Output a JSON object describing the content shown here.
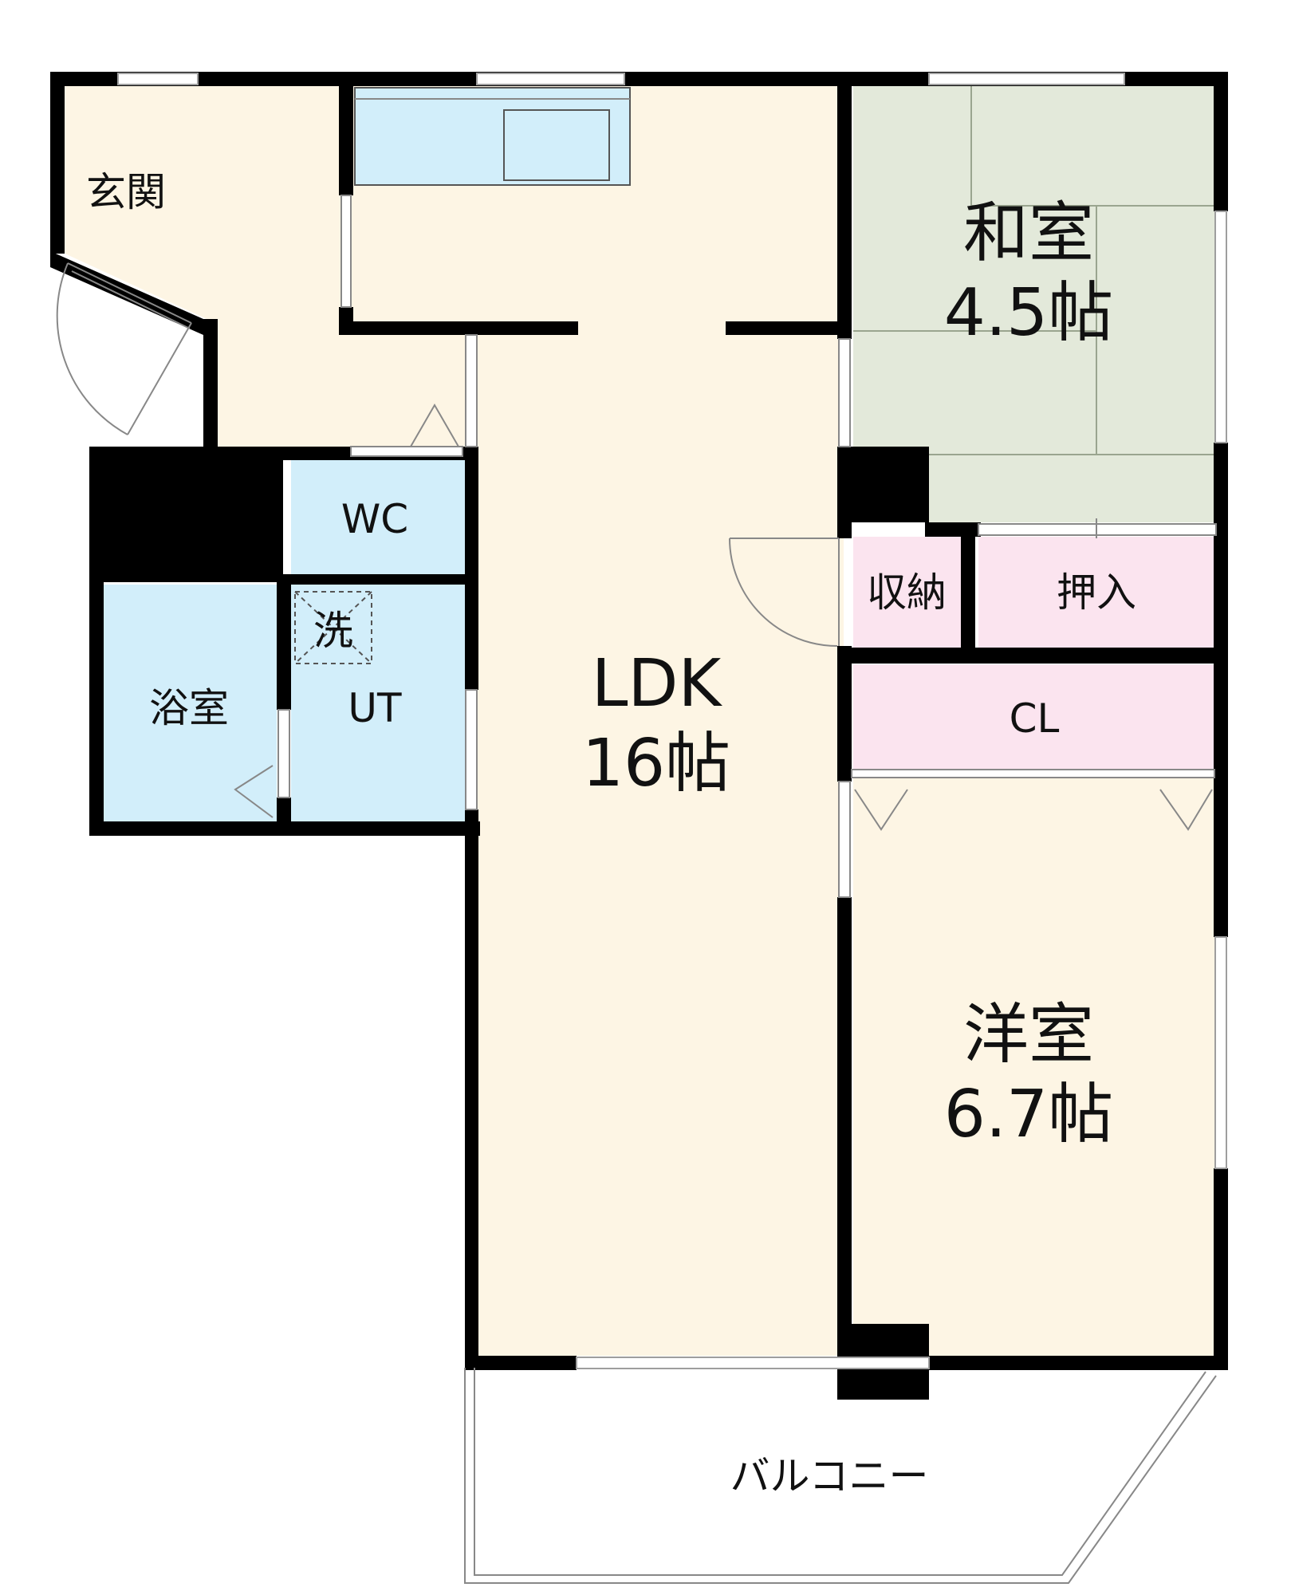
{
  "rooms": {
    "genkan": {
      "label": "玄関"
    },
    "wc": {
      "label": "WC"
    },
    "bath": {
      "label": "浴室"
    },
    "ut": {
      "label": "UT"
    },
    "wash": {
      "label": "洗"
    },
    "ldk": {
      "name": "LDK",
      "size": "16帖"
    },
    "washitsu": {
      "name": "和室",
      "size": "4.5帖"
    },
    "shuno": {
      "label": "収納"
    },
    "oshiire": {
      "label": "押入"
    },
    "cl": {
      "label": "CL"
    },
    "yoshitsu": {
      "name": "洋室",
      "size": "6.7帖"
    },
    "balcony": {
      "label": "バルコニー"
    }
  },
  "colors": {
    "floor_cream": "#fdf5e4",
    "tatami_green": "#e3e9da",
    "wet_area_blue": "#d2eefa",
    "storage_pink": "#fbe4ef",
    "wall": "#000000",
    "window_line": "#bdbdbd"
  }
}
